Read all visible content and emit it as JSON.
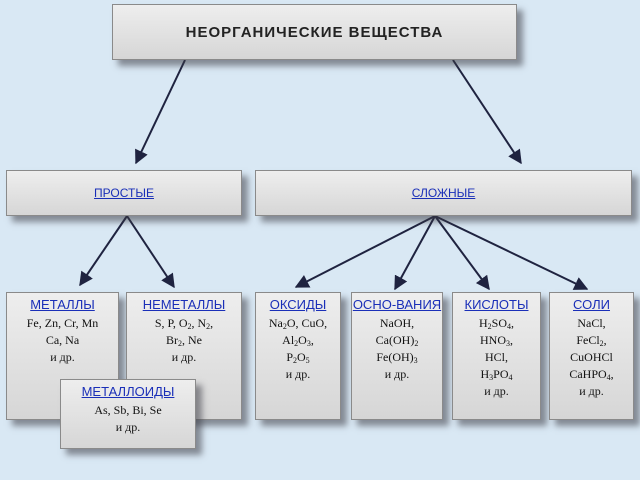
{
  "root": "НЕОРГАНИЧЕСКИЕ ВЕЩЕСТВА",
  "simple": "ПРОСТЫЕ",
  "complex": "СЛОЖНЫЕ",
  "cards": {
    "metals": {
      "title": "МЕТАЛЛЫ",
      "lines": [
        [
          {
            "t": "Fe, Zn, Cr, Mn"
          }
        ],
        [
          {
            "t": "Ca, Na"
          }
        ],
        [
          {
            "t": "и др."
          }
        ]
      ]
    },
    "nonmetals": {
      "title": "НЕМЕТАЛЛЫ",
      "lines": [
        [
          {
            "t": "S, P, O"
          },
          {
            "s": "2"
          },
          {
            "t": ", N"
          },
          {
            "s": "2"
          },
          {
            "t": ","
          }
        ],
        [
          {
            "t": "Br"
          },
          {
            "s": "2"
          },
          {
            "t": ", Ne"
          }
        ],
        [
          {
            "t": "и др."
          }
        ]
      ]
    },
    "metalloids": {
      "title": "МЕТАЛЛОИДЫ",
      "lines": [
        [
          {
            "t": "As, Sb, Bi, Se"
          }
        ],
        [
          {
            "t": "и др."
          }
        ]
      ]
    },
    "oxides": {
      "title": "ОКСИДЫ",
      "lines": [
        [
          {
            "t": "Na"
          },
          {
            "s": "2"
          },
          {
            "t": "O, CuO,"
          }
        ],
        [
          {
            "t": "Al"
          },
          {
            "s": "2"
          },
          {
            "t": "O"
          },
          {
            "s": "3"
          },
          {
            "t": ","
          }
        ],
        [
          {
            "t": "P"
          },
          {
            "s": "2"
          },
          {
            "t": "O"
          },
          {
            "s": "5"
          }
        ],
        [
          {
            "t": "и др."
          }
        ]
      ]
    },
    "bases": {
      "title": "ОСНО-ВАНИЯ",
      "lines": [
        [
          {
            "t": "NaOH,"
          }
        ],
        [
          {
            "t": "Ca(OH)"
          },
          {
            "s": "2"
          }
        ],
        [
          {
            "t": "Fe(OH)"
          },
          {
            "s": "3"
          }
        ],
        [
          {
            "t": "и др."
          }
        ]
      ]
    },
    "acids": {
      "title": "КИСЛОТЫ",
      "lines": [
        [
          {
            "t": "H"
          },
          {
            "s": "2"
          },
          {
            "t": "SO"
          },
          {
            "s": "4"
          },
          {
            "t": ","
          }
        ],
        [
          {
            "t": "HNO"
          },
          {
            "s": "3"
          },
          {
            "t": ","
          }
        ],
        [
          {
            "t": "HCl,"
          }
        ],
        [
          {
            "t": "H"
          },
          {
            "s": "3"
          },
          {
            "t": "PO"
          },
          {
            "s": "4"
          }
        ],
        [
          {
            "t": "и др."
          }
        ]
      ]
    },
    "salts": {
      "title": "СОЛИ",
      "lines": [
        [
          {
            "t": "NaCl,"
          }
        ],
        [
          {
            "t": "FeCl"
          },
          {
            "s": "2"
          },
          {
            "t": ","
          }
        ],
        [
          {
            "t": "CuOHCl"
          }
        ],
        [
          {
            "t": "CaHPO"
          },
          {
            "s": "4"
          },
          {
            "t": ","
          }
        ],
        [
          {
            "t": "и др."
          }
        ]
      ]
    }
  }
}
